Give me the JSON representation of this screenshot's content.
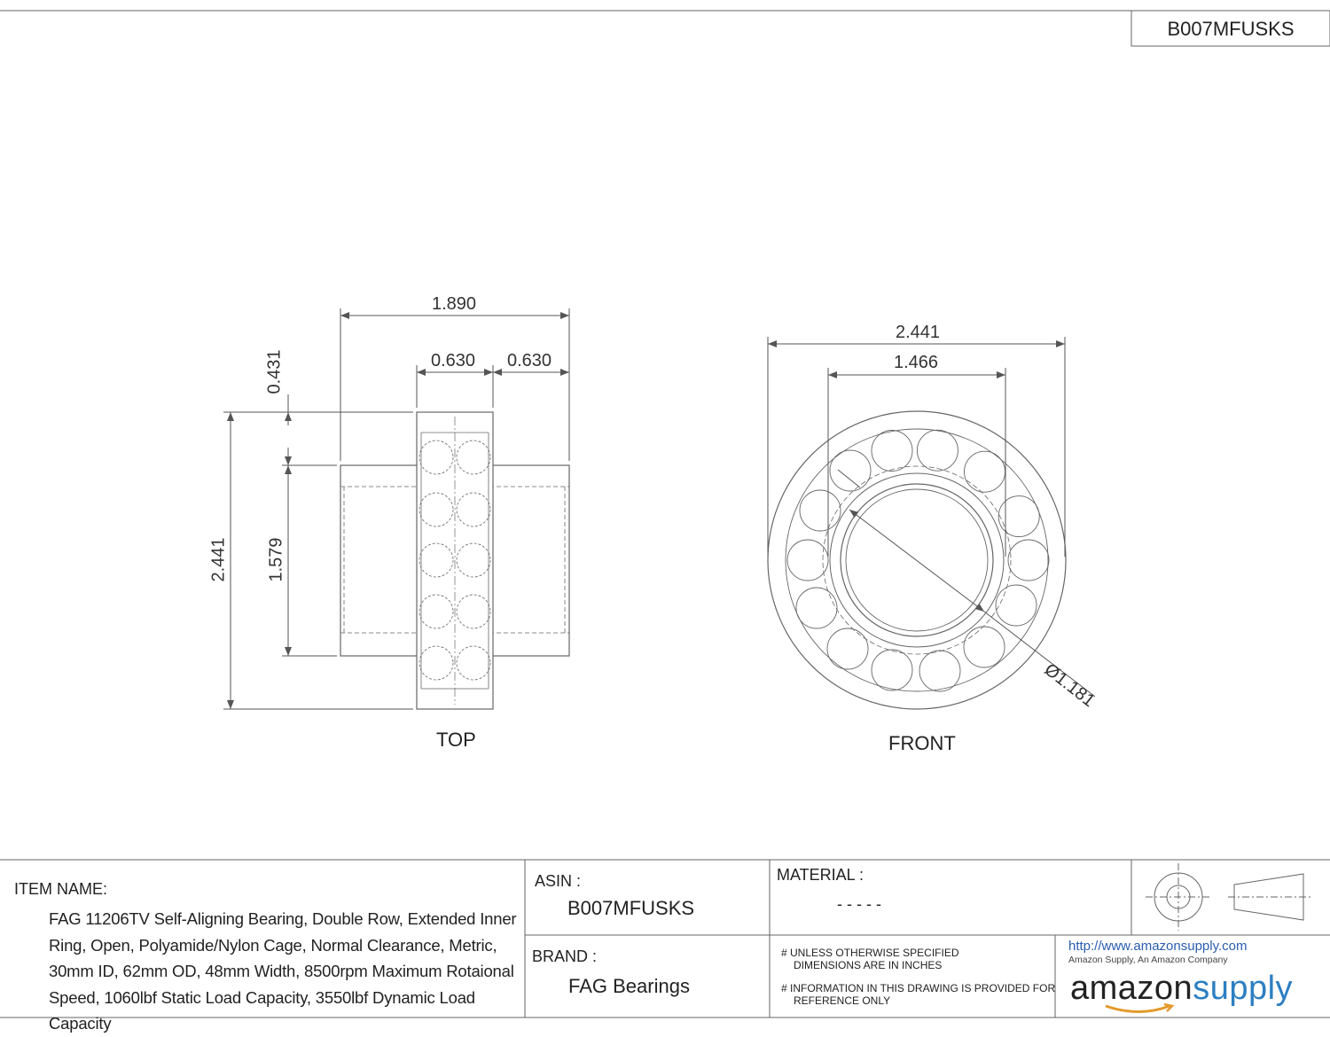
{
  "header": {
    "part_number": "B007MFUSKS"
  },
  "views": {
    "top": {
      "label": "TOP",
      "dims": {
        "overall_width": "1.890",
        "roller_row_left": "0.630",
        "roller_row_right": "0.630",
        "offset": "0.431",
        "outer_diameter": "2.441",
        "inner_length": "1.579"
      }
    },
    "front": {
      "label": "FRONT",
      "dims": {
        "outer_diameter": "2.441",
        "pitch": "1.466",
        "bore": "Ø1.181"
      }
    }
  },
  "title_block": {
    "item_name_label": "ITEM NAME:",
    "item_name": "FAG 11206TV Self-Aligning Bearing, Double Row, Extended Inner Ring, Open, Polyamide/Nylon Cage, Normal Clearance, Metric, 30mm ID, 62mm OD, 48mm Width, 8500rpm Maximum Rotaional Speed, 1060lbf Static Load Capacity, 3550lbf Dynamic Load Capacity",
    "asin_label": "ASIN :",
    "asin": "B007MFUSKS",
    "brand_label": "BRAND :",
    "brand": "FAG Bearings",
    "material_label": "MATERIAL :",
    "material": "- - - - -",
    "note1_line1": "# UNLESS OTHERWISE SPECIFIED",
    "note1_line2": "DIMENSIONS ARE IN INCHES",
    "note2_line1": "# INFORMATION IN THIS DRAWING IS PROVIDED FOR",
    "note2_line2": "REFERENCE ONLY",
    "url": "http://www.amazonsupply.com",
    "tagline": "Amazon Supply, An Amazon Company",
    "logo_part1": "amazon",
    "logo_part2": "supply"
  },
  "colors": {
    "line": "#555555",
    "logo_dark": "#222222",
    "logo_blue": "#2c7fc2",
    "url_blue": "#2a5db0"
  }
}
